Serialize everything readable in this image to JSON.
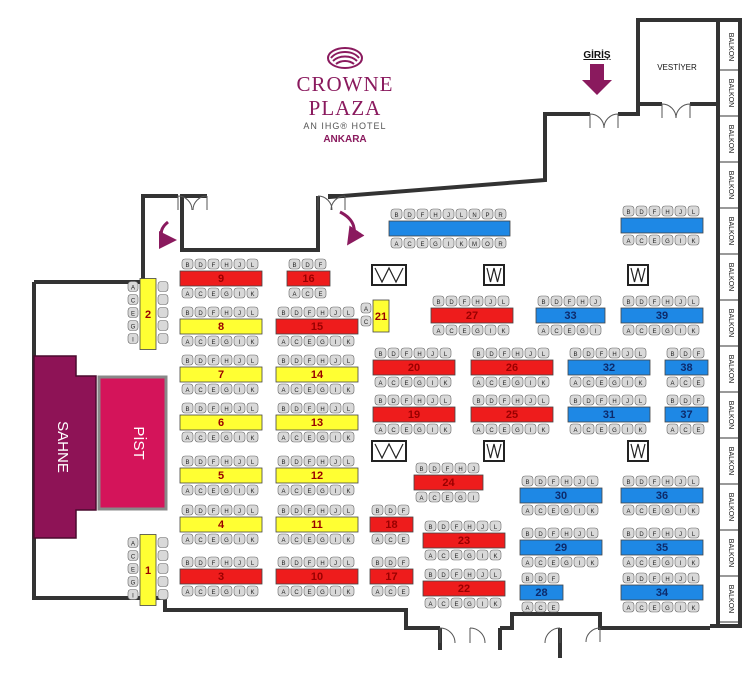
{
  "brand": {
    "name": "CROWNE PLAZA",
    "tagline": "AN IHG® HOTEL",
    "city": "ANKARA",
    "logo_icon": "crowne-plaza-swirl-logo",
    "brand_color": "#8a1a5e"
  },
  "labels": {
    "entrance": "GİRİŞ",
    "cloakroom": "VESTİYER",
    "stage": "SAHNE",
    "dance_floor": "PİST",
    "balcony": "BALKON"
  },
  "colors": {
    "stage": "#8e1356",
    "dance_floor": "#d4145a",
    "yellow_tables": "#ffff33",
    "red_tables": "#ee1c1c",
    "blue_tables": "#1e88e5",
    "walls": "#333333",
    "chairs": "#d9d9d9"
  },
  "seat_letters": {
    "top": [
      "B",
      "D",
      "F",
      "H",
      "J",
      "L",
      "N",
      "P",
      "R"
    ],
    "bottom": [
      "A",
      "C",
      "E",
      "G",
      "I",
      "K",
      "M",
      "O",
      "R"
    ],
    "side": [
      "A",
      "B",
      "C",
      "D",
      "E",
      "F",
      "G",
      "H",
      "I",
      "J"
    ]
  },
  "tables": [
    {
      "number": "1",
      "color": "yellow",
      "orientation": "vertical",
      "seats": 5
    },
    {
      "number": "2",
      "color": "yellow",
      "orientation": "vertical",
      "seats": 5
    },
    {
      "number": "3",
      "color": "red",
      "seats": 6
    },
    {
      "number": "4",
      "color": "yellow",
      "seats": 6
    },
    {
      "number": "5",
      "color": "yellow",
      "seats": 6
    },
    {
      "number": "6",
      "color": "yellow",
      "seats": 6
    },
    {
      "number": "7",
      "color": "yellow",
      "seats": 6
    },
    {
      "number": "8",
      "color": "yellow",
      "seats": 6
    },
    {
      "number": "9",
      "color": "red",
      "seats": 6
    },
    {
      "number": "10",
      "color": "red",
      "seats": 6
    },
    {
      "number": "11",
      "color": "yellow",
      "seats": 6
    },
    {
      "number": "12",
      "color": "yellow",
      "seats": 6
    },
    {
      "number": "13",
      "color": "yellow",
      "seats": 6
    },
    {
      "number": "14",
      "color": "yellow",
      "seats": 6
    },
    {
      "number": "15",
      "color": "red",
      "seats": 6
    },
    {
      "number": "16",
      "color": "red",
      "seats": 3
    },
    {
      "number": "17",
      "color": "red",
      "seats": 3
    },
    {
      "number": "18",
      "color": "red",
      "seats": 3
    },
    {
      "number": "19",
      "color": "red",
      "seats": 6
    },
    {
      "number": "20",
      "color": "red",
      "seats": 6
    },
    {
      "number": "21",
      "color": "yellow",
      "orientation": "vertical",
      "seats": 2
    },
    {
      "number": "22",
      "color": "red",
      "seats": 6
    },
    {
      "number": "23",
      "color": "red",
      "seats": 6
    },
    {
      "number": "24",
      "color": "red",
      "seats": 5
    },
    {
      "number": "25",
      "color": "red",
      "seats": 6
    },
    {
      "number": "26",
      "color": "red",
      "seats": 6
    },
    {
      "number": "27",
      "color": "red",
      "seats": 6
    },
    {
      "number": "28",
      "color": "blue",
      "seats": 3
    },
    {
      "number": "29",
      "color": "blue",
      "seats": 6
    },
    {
      "number": "30",
      "color": "blue",
      "seats": 6
    },
    {
      "number": "31",
      "color": "blue",
      "seats": 6
    },
    {
      "number": "32",
      "color": "blue",
      "seats": 6
    },
    {
      "number": "33",
      "color": "blue",
      "seats": 5
    },
    {
      "number": "34",
      "color": "blue",
      "seats": 6
    },
    {
      "number": "35",
      "color": "blue",
      "seats": 6
    },
    {
      "number": "36",
      "color": "blue",
      "seats": 6
    },
    {
      "number": "37",
      "color": "blue",
      "seats": 3
    },
    {
      "number": "38",
      "color": "blue",
      "seats": 3
    },
    {
      "number": "39",
      "color": "blue",
      "seats": 6
    },
    {
      "number": "",
      "color": "blue",
      "seats": 9
    },
    {
      "number": "",
      "color": "blue",
      "seats": 6
    }
  ],
  "columns_count": 6,
  "icons": [
    "entrance-arrow-icon",
    "door-swing-icon",
    "curved-arrow-icon",
    "column-pillar-icon",
    "chair-icon"
  ]
}
